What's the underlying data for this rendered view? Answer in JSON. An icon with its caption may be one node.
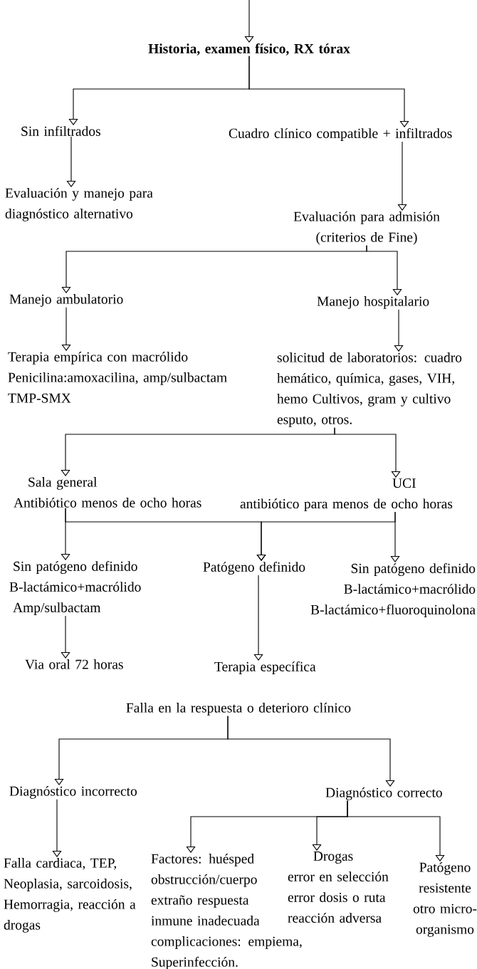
{
  "diagram": {
    "nodes": [
      {
        "text": [
          "Historia, examen físico, RX tórax"
        ]
      },
      {
        "text": [
          "Sin infiltrados"
        ]
      },
      {
        "text": [
          "Cuadro clínico compatible + infiltrados"
        ]
      },
      {
        "text": [
          "Evaluación y manejo para diagnóstico alternativo"
        ]
      },
      {
        "text": [
          "Evaluación para admisión (criterios de Fine)"
        ]
      },
      {
        "text": [
          "Manejo ambulatorio"
        ]
      },
      {
        "text": [
          "Manejo hospitalario"
        ]
      },
      {
        "text": [
          "Terapia empírica con macrólido",
          "Penicilina:amoxacilina, amp/sulbactam",
          "TMP-SMX"
        ]
      },
      {
        "text": [
          "solicitud de laboratorios: cuadro hemático, química, gases, VIH, hemo Cultivos, gram y cultivo esputo, otros."
        ]
      },
      {
        "text": [
          "Sala general",
          "Antibiótico menos de ocho horas"
        ]
      },
      {
        "text": [
          "UCI",
          "antibiótico para menos de ocho horas"
        ]
      },
      {
        "text": [
          "Sin patógeno definido",
          "B-lactámico+macrólido",
          "Amp/sulbactam"
        ]
      },
      {
        "text": [
          "Patógeno definido"
        ]
      },
      {
        "text": [
          "Sin patógeno definido",
          "B-lactámico+macrólido",
          "B-lactámico+fluoroquinolona"
        ]
      },
      {
        "text": [
          "Via oral 72 horas"
        ]
      },
      {
        "text": [
          "Terapia específica"
        ]
      },
      {
        "text": [
          "Falla en la respuesta o deterioro clínico"
        ]
      },
      {
        "text": [
          "Diagnóstico incorrecto"
        ]
      },
      {
        "text": [
          "Diagnóstico correcto"
        ]
      },
      {
        "text": [
          "Falla cardiaca, TEP,",
          "Neoplasia, sarcoidosis,",
          "Hemorragia, reacción a drogas"
        ]
      },
      {
        "text": [
          "Factores: huésped obstrucción/cuerpo extraño respuesta inmune inadecuada",
          "complicaciones: empiema, Superinfección."
        ]
      },
      {
        "text": [
          "Drogas",
          "error en selección",
          "error dosis o ruta",
          "reacción adversa"
        ]
      },
      {
        "text": [
          "Patógeno resistente",
          "otro micro-organismo"
        ]
      }
    ],
    "edges": [
      {
        "from": null,
        "to": 0,
        "arrow": "to"
      },
      {
        "from": 0,
        "to": 1,
        "arrow": "to"
      },
      {
        "from": 0,
        "to": 2,
        "arrow": "to"
      },
      {
        "from": 1,
        "to": 3,
        "arrow": "to"
      },
      {
        "from": 2,
        "to": 4,
        "arrow": "to"
      },
      {
        "from": 4,
        "to": 5,
        "arrow": "to"
      },
      {
        "from": 4,
        "to": 6,
        "arrow": "to"
      },
      {
        "from": 5,
        "to": 7,
        "arrow": "to"
      },
      {
        "from": 6,
        "to": 8,
        "arrow": "to"
      },
      {
        "from": 8,
        "to": 9,
        "arrow": "to"
      },
      {
        "from": 8,
        "to": 10,
        "arrow": "to"
      },
      {
        "from": 9,
        "to": 11,
        "arrow": "to"
      },
      {
        "from": 9,
        "to": 12,
        "arrow": "to"
      },
      {
        "from": 10,
        "to": 12,
        "arrow": "to"
      },
      {
        "from": 10,
        "to": 13,
        "arrow": "to"
      },
      {
        "from": 11,
        "to": 14,
        "arrow": "to"
      },
      {
        "from": 12,
        "to": 15,
        "arrow": "to"
      },
      {
        "from": 16,
        "to": 17,
        "arrow": "to"
      },
      {
        "from": 16,
        "to": 18,
        "arrow": "to"
      },
      {
        "from": 17,
        "to": 19,
        "arrow": "to"
      },
      {
        "from": 18,
        "to": 20,
        "arrow": "to"
      },
      {
        "from": 18,
        "to": 21,
        "arrow": "to"
      },
      {
        "from": 18,
        "to": 22,
        "arrow": "to"
      }
    ]
  }
}
